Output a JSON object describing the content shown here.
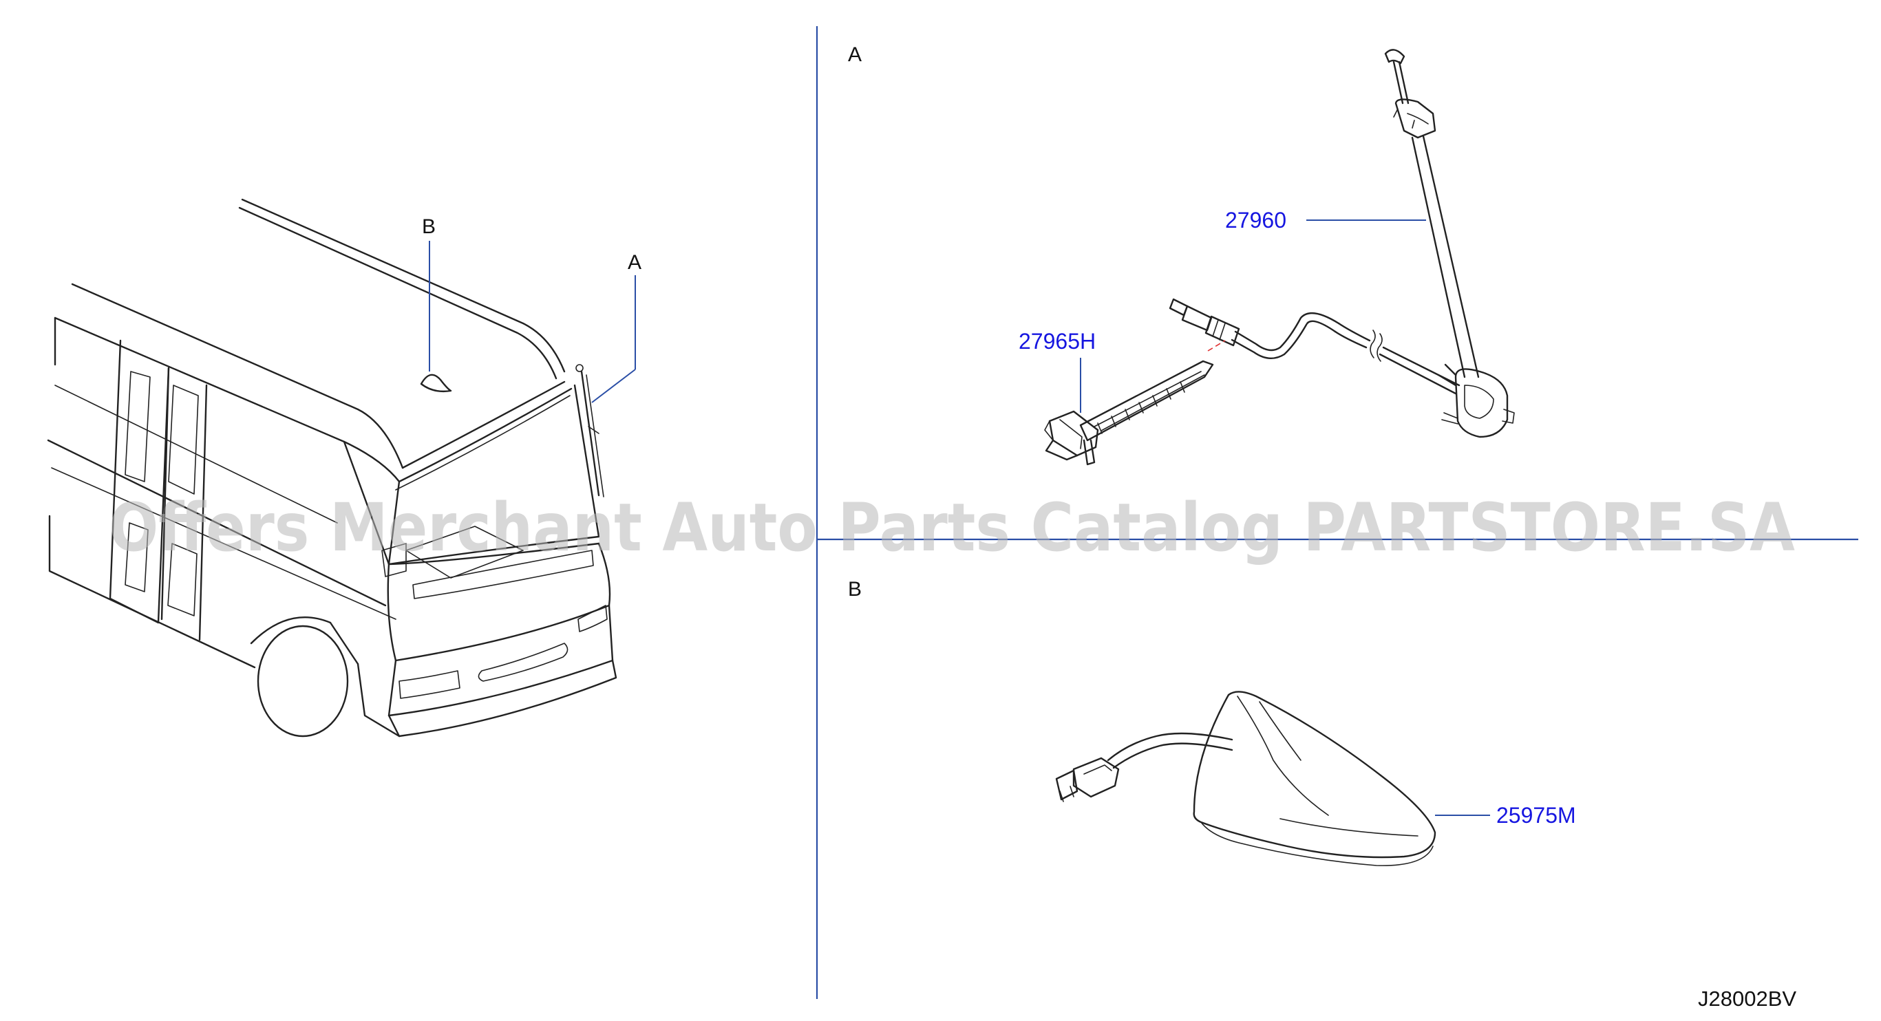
{
  "views": {
    "a_label": "A",
    "b_label": "B"
  },
  "vehicle": {
    "callout_a": "A",
    "callout_b": "B"
  },
  "parts": {
    "rod_antenna": "27960",
    "clip": "27965H",
    "shark_antenna": "25975M"
  },
  "watermark": "Offers Merchant Auto Parts Catalog PARTSTORE.SA",
  "diagram_ref": "J28002BV",
  "colors": {
    "part_number": "#1616e0",
    "leader_line": "#2a4ea6",
    "guide_dash": "#e03030"
  }
}
